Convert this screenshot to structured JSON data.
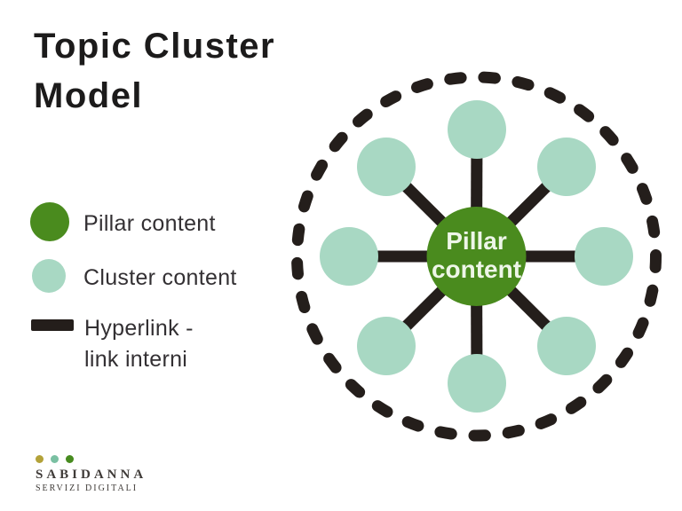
{
  "title": {
    "line1": "Topic Cluster",
    "line2": "Model"
  },
  "legend": {
    "pillar_label": "Pillar content",
    "cluster_label": "Cluster content",
    "hyperlink_line1": "Hyperlink -",
    "hyperlink_line2": "link interni"
  },
  "diagram": {
    "hub": {
      "line1": "Pillar",
      "line2": "content"
    },
    "cluster_node_count": 8
  },
  "logo": {
    "name": "SABIDANNA",
    "tagline": "SERVIZI DIGITALI"
  },
  "colors": {
    "background": "#ffffff",
    "pillar_green": "#4a8b1e",
    "cluster_green": "#a8d8c3",
    "link_black": "#241e1b",
    "title_black": "#1c1b1b",
    "text_dark": "#333033",
    "hub_text": "#eef6e8",
    "logo_text": "#3f3b38",
    "logo_dot_gold": "#b3a239",
    "logo_dot_seafoam": "#7ac0a2",
    "logo_dot_green": "#478b1f"
  }
}
